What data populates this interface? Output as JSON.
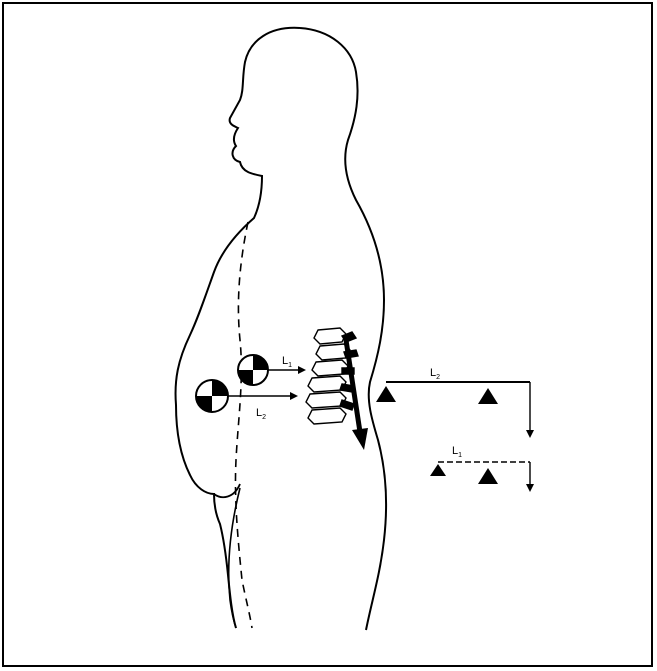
{
  "diagram": {
    "labels": {
      "body_lever_1": "L",
      "body_lever_1_sub": "1",
      "body_lever_2": "L",
      "body_lever_2_sub": "2",
      "beam_upper": "L",
      "beam_upper_sub": "2",
      "beam_lower": "L",
      "beam_lower_sub": "1"
    },
    "colors": {
      "ink": "#000000",
      "background": "#ffffff"
    }
  }
}
